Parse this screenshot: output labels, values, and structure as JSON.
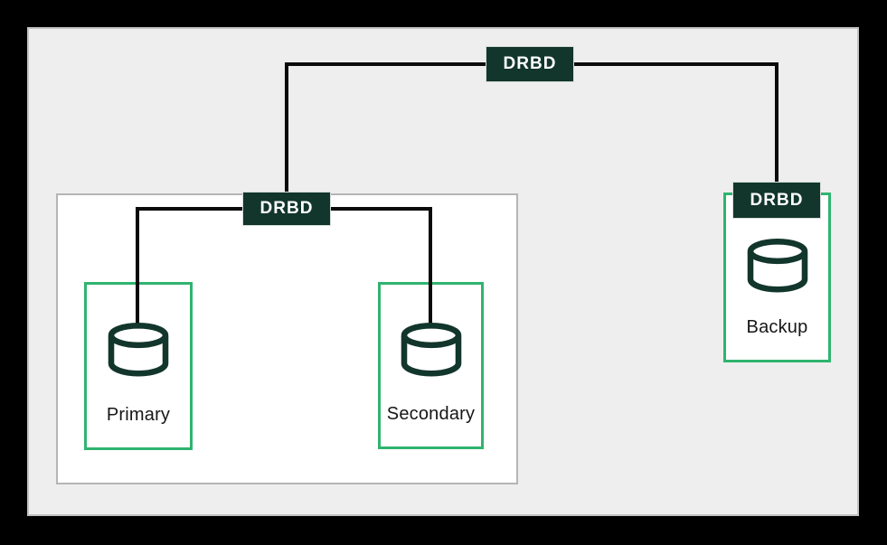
{
  "connectors": {
    "top": {
      "label": "DRBD"
    },
    "cluster": {
      "label": "DRBD"
    },
    "backup": {
      "label": "DRBD"
    }
  },
  "nodes": {
    "primary": {
      "label": "Primary",
      "icon": "database-icon"
    },
    "secondary": {
      "label": "Secondary",
      "icon": "database-icon"
    },
    "backup": {
      "label": "Backup",
      "icon": "database-icon"
    }
  },
  "colors": {
    "outer_background": "#000000",
    "panel_background": "#EEEEEE",
    "panel_border": "#C2C2C2",
    "cluster_background": "#FFFFFF",
    "cluster_border": "#B5B5B5",
    "node_border": "#2FB46F",
    "drbd_box": "#12362C",
    "drbd_text": "#FFFFFF",
    "connector_line": "#0B0B0B",
    "label_text": "#161616",
    "database_icon_stroke": "#12362C"
  }
}
